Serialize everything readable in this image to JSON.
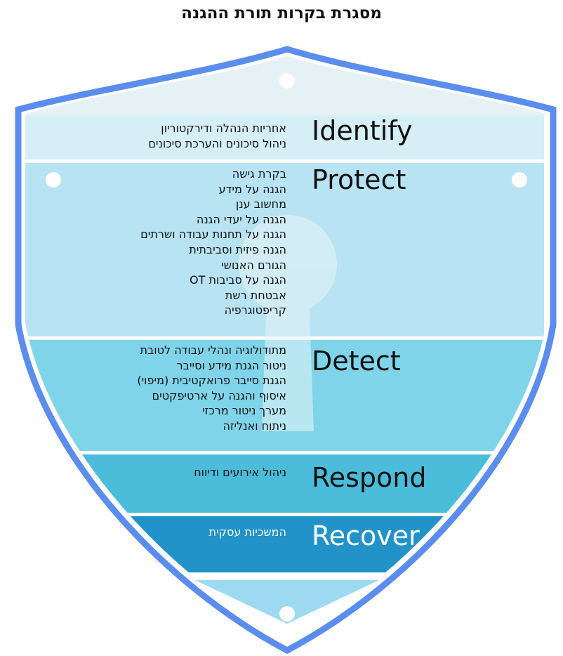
{
  "title": "מסגרת בקרות תורת ההגנה",
  "colors": {
    "shield_border": "#5B8DEF",
    "identify": "#D6EEF6",
    "protect": "#B8E3F2",
    "detect": "#7FD4E9",
    "respond": "#4BBCD9",
    "recover": "#2193C9",
    "bottom": "#9ED9F2",
    "keyhole": "#E8F5FA"
  },
  "bands": [
    {
      "name": "Identify",
      "items": [
        "אחריות הנהלה ודירקטוריון",
        "ניהול סיכונים והערכת סיכונים"
      ]
    },
    {
      "name": "Protect",
      "items": [
        "בקרת גישה",
        "הגנה על מידע",
        "מחשוב ענן",
        "הגנה על יעדי הגנה",
        "הגנה על תחנות עבודה ושרתים",
        "הגנה פיזית וסביבתית",
        "הגורם האנושי",
        "הגנה על סביבות OT",
        "אבטחת רשת",
        "קריפטוגרפיה"
      ]
    },
    {
      "name": "Detect",
      "items": [
        "מתודולוגיה ונהלי עבודה לטובת",
        "ניטור הגנת מידע וסייבר",
        "הגנת סייבר פרואקטיבית (מיפוי)",
        "איסוף והגנה על ארטיפקטים",
        "מערך ניטור מרכזי",
        "ניתוח ואנליזה"
      ]
    },
    {
      "name": "Respond",
      "items": [
        "ניהול אירועים ודיווח"
      ]
    },
    {
      "name": "Recover",
      "items": [
        "המשכיות עסקית"
      ]
    }
  ]
}
